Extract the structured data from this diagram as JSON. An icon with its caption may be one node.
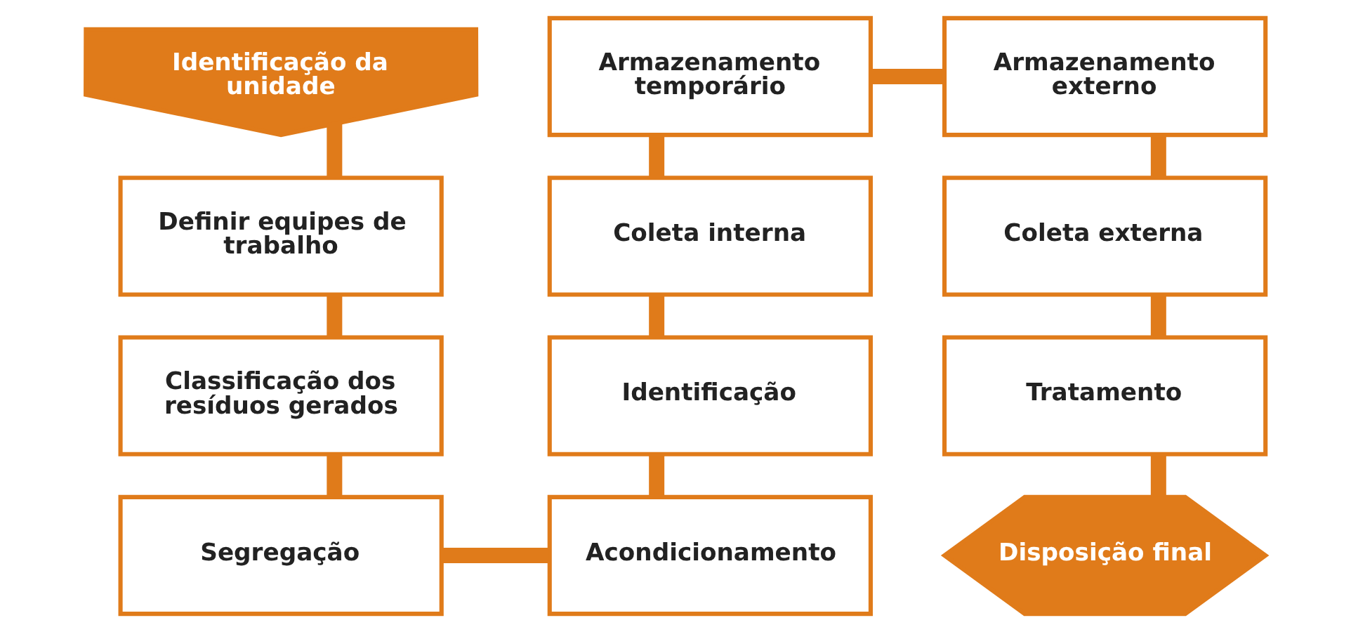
{
  "diagram": {
    "nodes": [
      {
        "text": [
          "Identificação da unidade"
        ]
      },
      {
        "text": [
          "Definir equipes de trabalho"
        ]
      },
      {
        "text": [
          "Classificação dos resíduos gerados"
        ]
      },
      {
        "text": [
          "Segregação"
        ]
      },
      {
        "text": [
          "Acondicionamento"
        ]
      },
      {
        "text": [
          "Identificação"
        ]
      },
      {
        "text": [
          "Coleta interna"
        ]
      },
      {
        "text": [
          "Armazenamento temporário"
        ]
      },
      {
        "text": [
          "Armazenamento externo"
        ]
      },
      {
        "text": [
          "Coleta externa"
        ]
      },
      {
        "text": [
          "Tratamento"
        ]
      },
      {
        "text": [
          "Disposição final"
        ]
      }
    ],
    "edges": [
      {
        "from": 0,
        "to": 1,
        "arrow": "none"
      },
      {
        "from": 1,
        "to": 2,
        "arrow": "none"
      },
      {
        "from": 2,
        "to": 3,
        "arrow": "none"
      },
      {
        "from": 3,
        "to": 4,
        "arrow": "none"
      },
      {
        "from": 4,
        "to": 5,
        "arrow": "none"
      },
      {
        "from": 5,
        "to": 6,
        "arrow": "none"
      },
      {
        "from": 6,
        "to": 7,
        "arrow": "none"
      },
      {
        "from": 7,
        "to": 8,
        "arrow": "none"
      },
      {
        "from": 8,
        "to": 9,
        "arrow": "none"
      },
      {
        "from": 9,
        "to": 10,
        "arrow": "none"
      },
      {
        "from": 10,
        "to": 11,
        "arrow": "none"
      }
    ]
  }
}
